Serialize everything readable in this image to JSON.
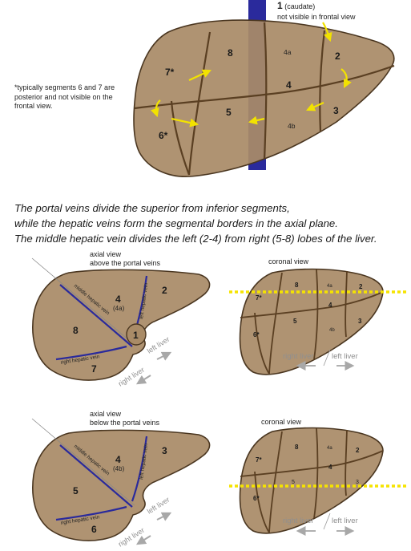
{
  "top": {
    "caudate_number": "1",
    "caudate_label": "(caudate)",
    "caudate_note": "not visible in frontal view",
    "segments": [
      "8",
      "4a",
      "2",
      "7*",
      "4",
      "5",
      "3",
      "4b",
      "6*"
    ]
  },
  "footnote": "*typically segments 6 and 7 are posterior and not visible on the frontal view.",
  "caption": {
    "line1": "The portal veins divide the superior from inferior segments,",
    "line2": "while the hepatic veins form the segmental borders in the axial plane.",
    "line3": "The middle hepatic vein divides the left (2-4) from right (5-8) lobes of the liver."
  },
  "axial_above": {
    "title_line1": "axial view",
    "title_line2": "above the portal veins",
    "segments": [
      "8",
      "4",
      "(4a)",
      "2",
      "1",
      "7"
    ],
    "vein_middle": "middle hepatic vein",
    "vein_left": "left hepatic vein",
    "vein_right": "right hepatic vein",
    "left_liver": "left liver",
    "right_liver": "right liver"
  },
  "coronal_above": {
    "title": "coronal view",
    "segments": [
      "8",
      "4a",
      "2",
      "7*",
      "4",
      "5",
      "3",
      "4b",
      "6*"
    ],
    "right_liver": "right liver",
    "left_liver": "left liver"
  },
  "axial_below": {
    "title_line1": "axial view",
    "title_line2": "below the portal veins",
    "segments": [
      "4",
      "(4b)",
      "3",
      "5",
      "6"
    ],
    "vein_middle": "middle hepatic vein",
    "vein_left": "left hepatic vein",
    "vein_right": "right hepatic vein",
    "left_liver": "left liver",
    "right_liver": "right liver"
  },
  "coronal_below": {
    "title": "coronal view",
    "segments": [
      "8",
      "4a",
      "2",
      "7*",
      "4",
      "5",
      "3",
      "6*"
    ],
    "right_liver": "right liver",
    "left_liver": "left liver"
  },
  "colors": {
    "liver": "#a98b67",
    "outline": "#4a3620",
    "vein_blue": "#2a2a9c",
    "arrow_yellow": "#f2e200",
    "dotted_line": "#f6e400"
  }
}
